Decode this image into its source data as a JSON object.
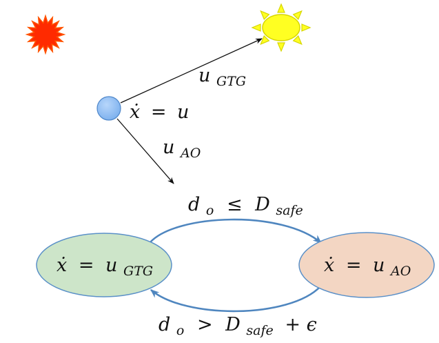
{
  "colors": {
    "red_star": "#ff2a00",
    "red_star_outline": "#ff5500",
    "sun_fill": "#ffff22",
    "sun_outline": "#d6d600",
    "robot_fill": "#7fb2ee",
    "robot_outline": "#4d86c9",
    "gtg_fill": "#cde5c9",
    "ao_fill": "#f3d6c3",
    "ellipse_outline": "#5a90c8",
    "arrow": "#111111",
    "transition_arrow": "#4f86bf"
  },
  "icons": {
    "obstacle": "red-star-icon",
    "goal": "sun-icon",
    "robot": "robot-circle-icon"
  },
  "labels": {
    "dynamics": {
      "lhs": "ẋ",
      "rel": "=",
      "rhs": "u"
    },
    "u_gtg": {
      "base": "u",
      "sub": "GTG"
    },
    "u_ao": {
      "base": "u",
      "sub": "AO"
    }
  },
  "states": {
    "gtg": {
      "lhs": "ẋ",
      "rel": "=",
      "base": "u",
      "sub": "GTG"
    },
    "ao": {
      "lhs": "ẋ",
      "rel": "=",
      "base": "u",
      "sub": "AO"
    }
  },
  "transitions": {
    "to_ao": {
      "d": "d",
      "d_sub": "o",
      "rel": "≤",
      "D": "D",
      "D_sub": "safe",
      "extra": ""
    },
    "to_gtg": {
      "d": "d",
      "d_sub": "o",
      "rel": ">",
      "D": "D",
      "D_sub": "safe",
      "extra": "+ ϵ"
    }
  }
}
